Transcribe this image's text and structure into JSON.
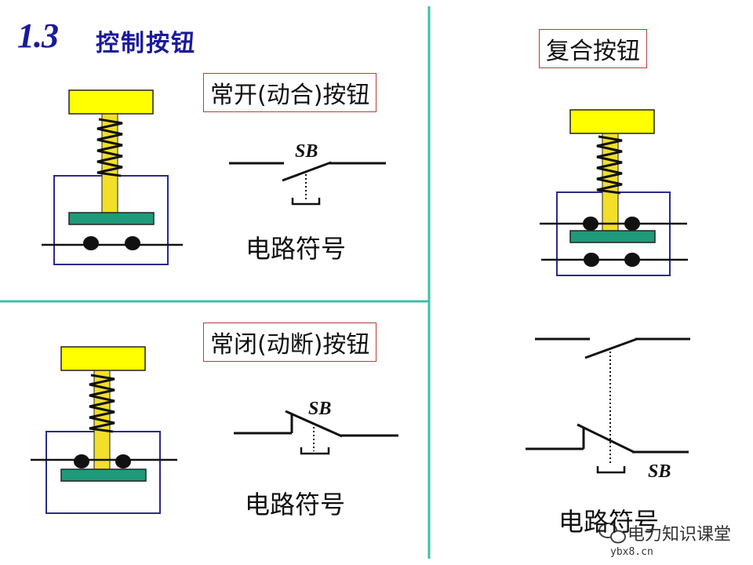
{
  "header": {
    "section_number": "1.3",
    "section_title": "控制按钮"
  },
  "panels": {
    "normally_open": {
      "label": "常开(动合)按钮",
      "symbol_tag": "SB",
      "caption": "电路符号"
    },
    "normally_closed": {
      "label": "常闭(动断)按钮",
      "symbol_tag": "SB",
      "caption": "电路符号"
    },
    "compound": {
      "label": "复合按钮",
      "symbol_tag": "SB",
      "caption": "电路符号"
    }
  },
  "watermark": {
    "text": "电力知识课堂",
    "url": "ybx8.cn"
  },
  "colors": {
    "divider": "#3fbfa6",
    "cap": "#ffff00",
    "stem": "#f2df2a",
    "housing_border": "#2a2a8c",
    "bridge": "#1f9a7a",
    "label_border": "#b5403a",
    "title": "#1a1a9c"
  }
}
